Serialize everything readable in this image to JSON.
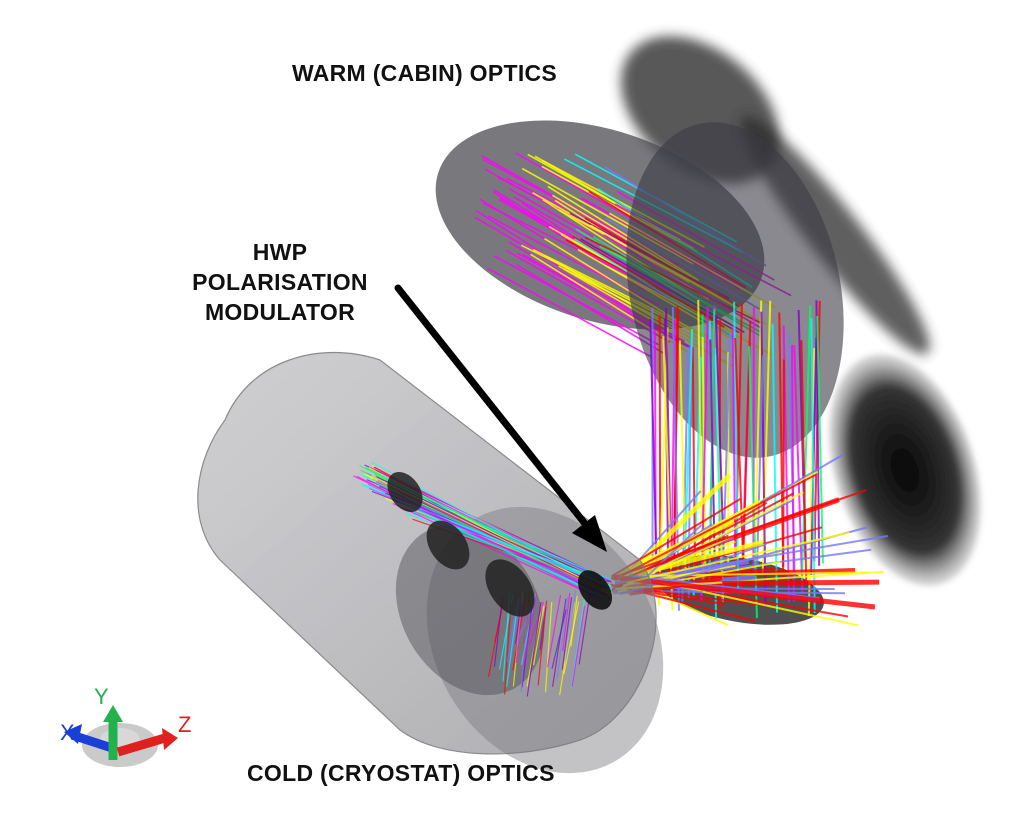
{
  "labels": {
    "warm": "WARM (CABIN) OPTICS",
    "hwp": [
      "HWP",
      "POLARISATION",
      "MODULATOR"
    ],
    "cold": "COLD (CRYOSTAT) OPTICS"
  },
  "axes": {
    "x": "X",
    "y": "Y",
    "z": "Z"
  },
  "colors": {
    "rays": [
      "#ff00ff",
      "#00ff66",
      "#ffff00",
      "#ff0000",
      "#00ffff",
      "#7777ff",
      "#8800cc"
    ],
    "axis_x": "#1a3fd6",
    "axis_y": "#22b14c",
    "axis_z": "#e02020",
    "housing": "#8a8a8f",
    "mirror": "#3c3c40"
  },
  "icons": [
    "coordinate-triad-icon",
    "pointer-arrow-icon"
  ]
}
